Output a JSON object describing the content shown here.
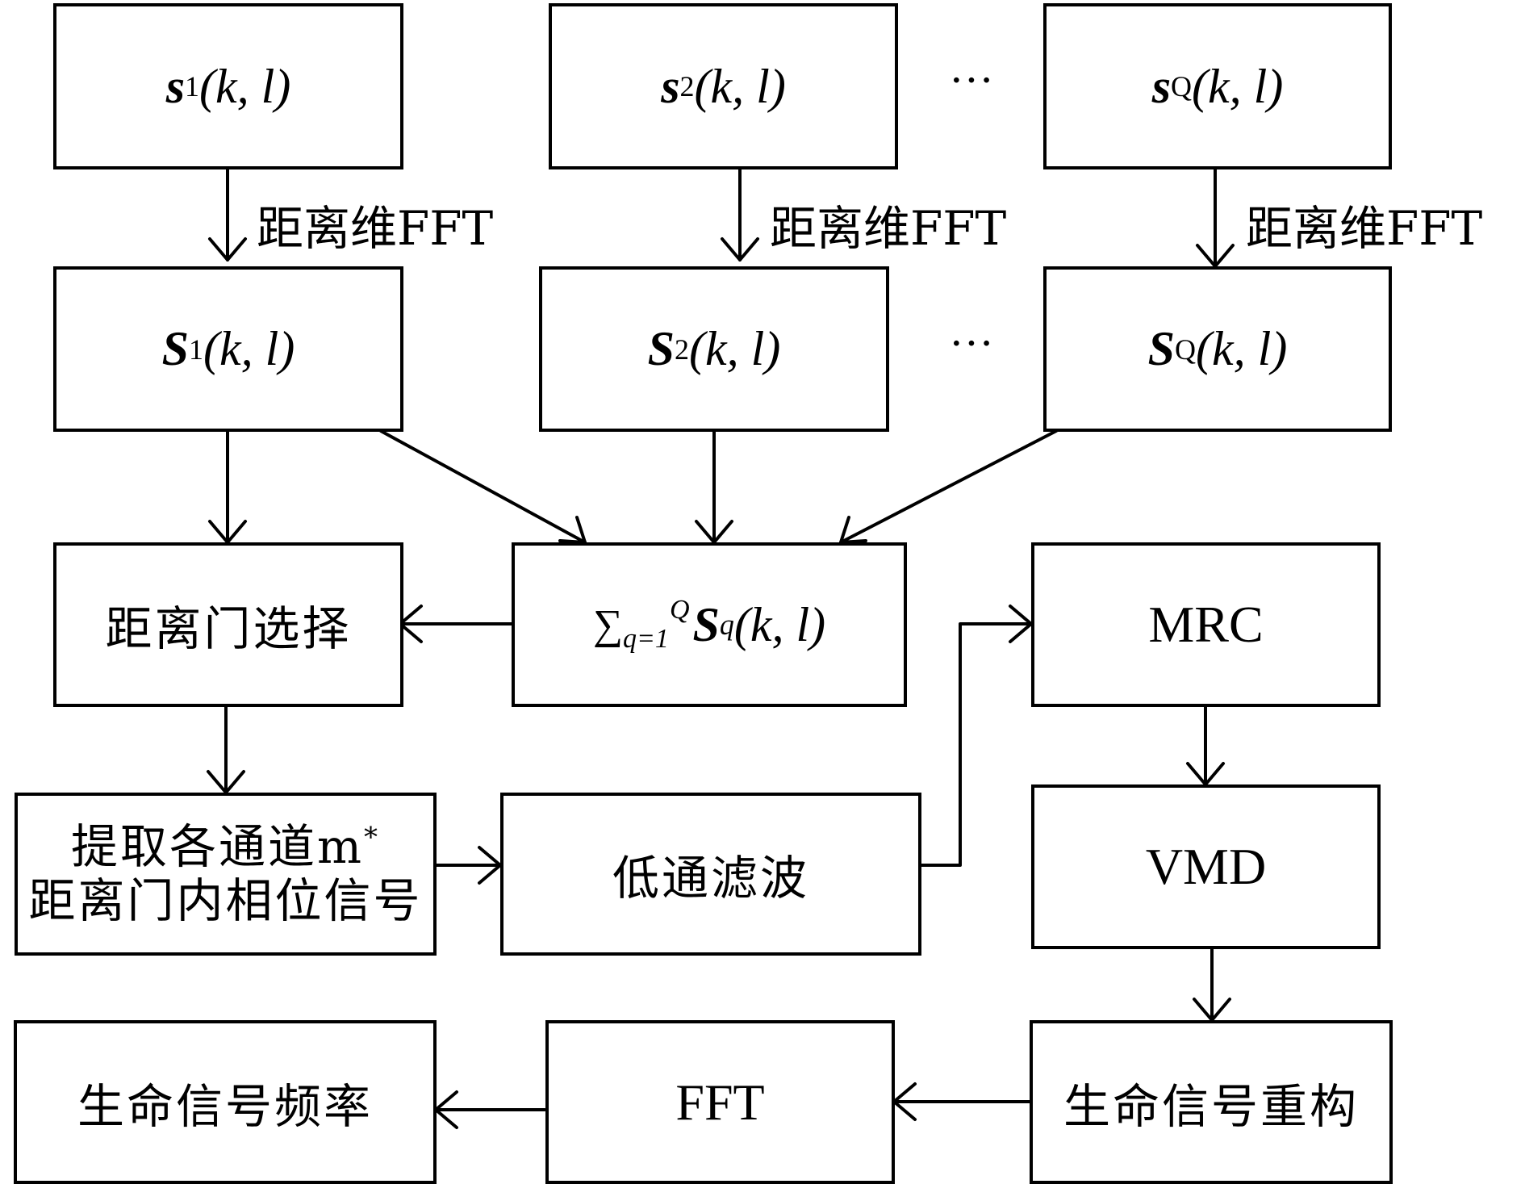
{
  "rangeFftLabel": "距离维FFT",
  "dots": "···",
  "boxes": {
    "s1": {
      "var": "s",
      "sub": "1",
      "args": "(k, l)"
    },
    "s2": {
      "var": "s",
      "sub": "2",
      "args": "(k, l)"
    },
    "sQ": {
      "var": "s",
      "sub": "Q",
      "args": "(k, l)"
    },
    "S1": {
      "var": "S",
      "sub": "1",
      "args": "(k, l)"
    },
    "S2": {
      "var": "S",
      "sub": "2",
      "args": "(k, l)"
    },
    "SQ": {
      "var": "S",
      "sub": "Q",
      "args": "(k, l)"
    },
    "sum": {
      "sigma": "∑",
      "upper": "Q",
      "lower": "q=1",
      "var": "S",
      "sub": "q",
      "args": "(k, l)"
    },
    "rangeGate": "距离门选择",
    "extract": {
      "line1": "提取各通道m",
      "sup": "*",
      "line2": "距离门内相位信号"
    },
    "lowpass": "低通滤波",
    "mrc": "MRC",
    "vmd": "VMD",
    "reconstruct": "生命信号重构",
    "fft": "FFT",
    "frequency": "生命信号频率"
  }
}
